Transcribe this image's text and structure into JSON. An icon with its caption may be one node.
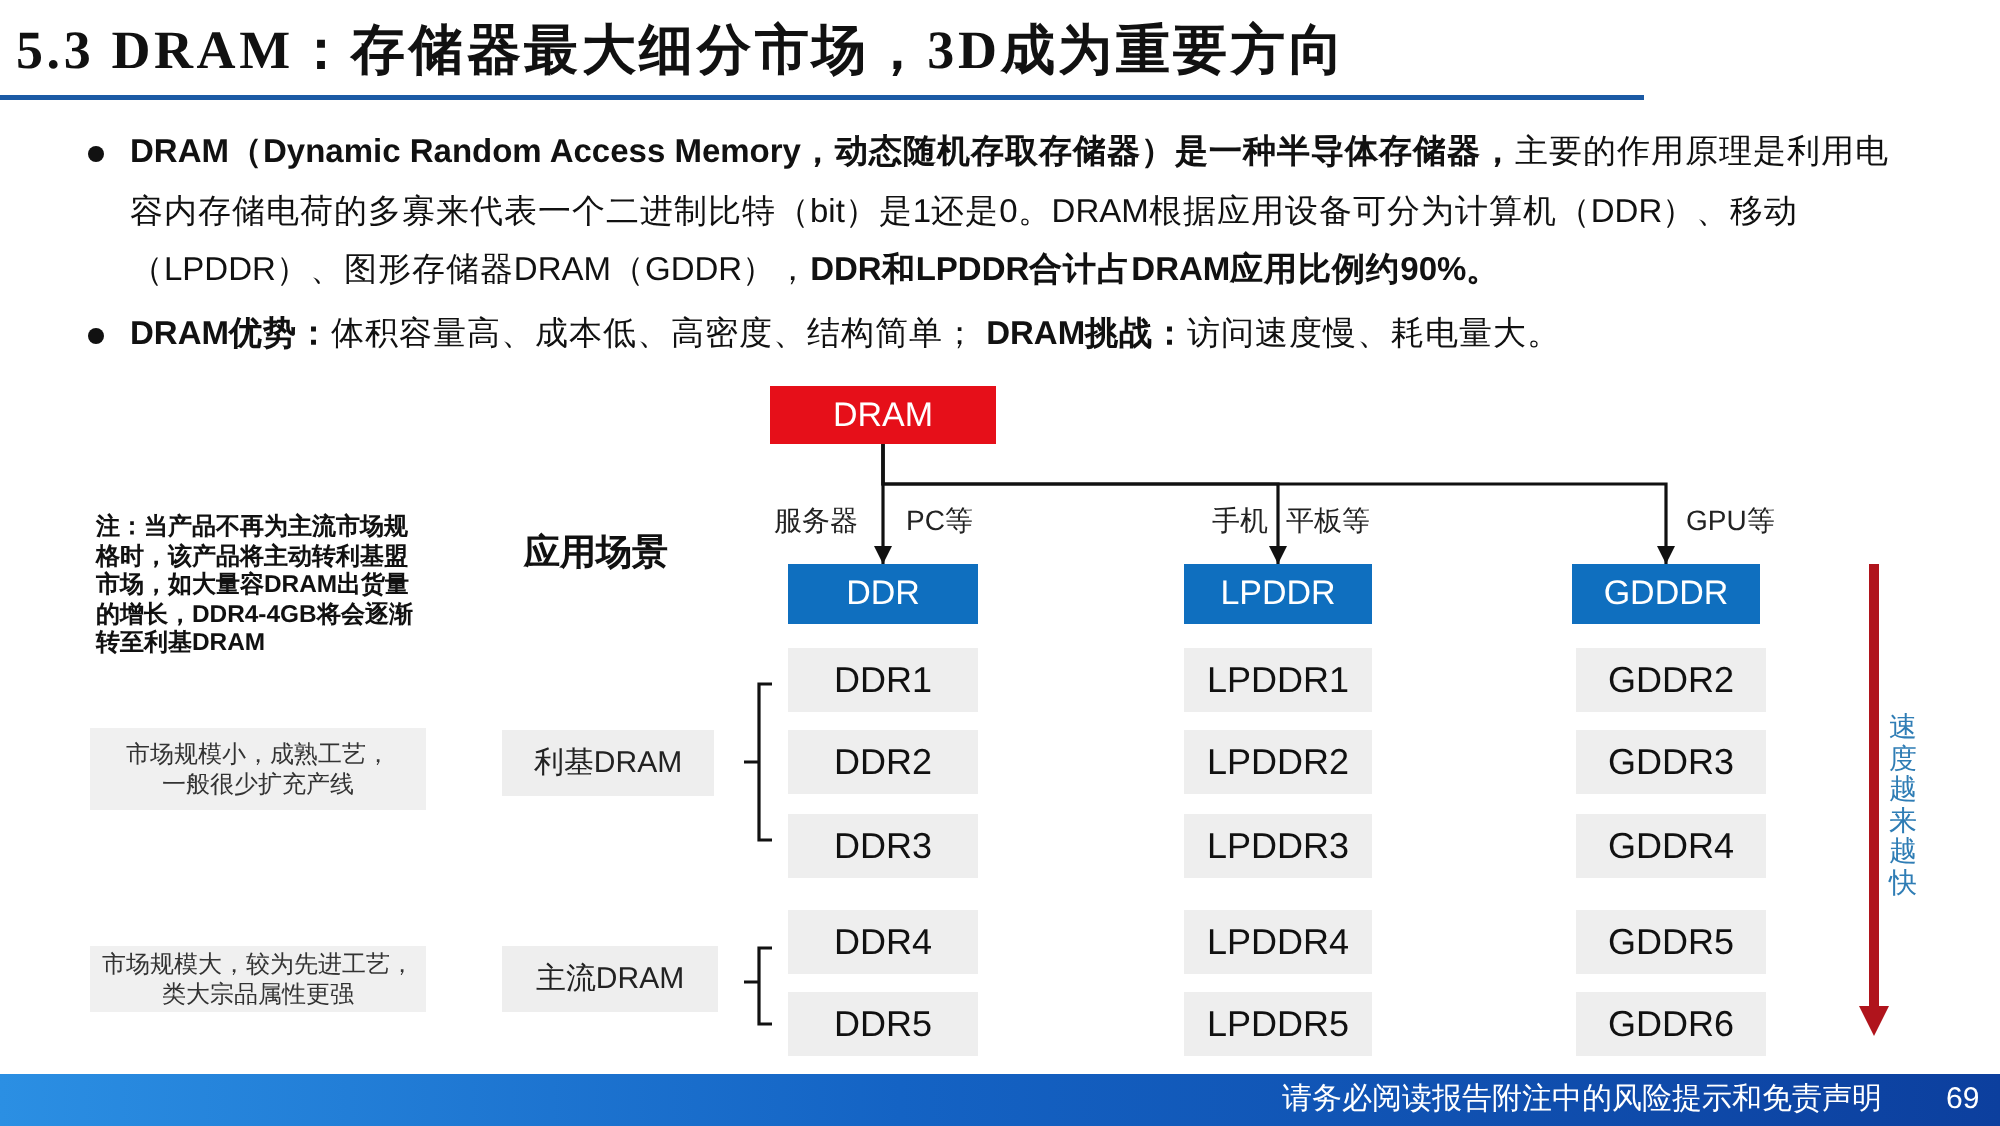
{
  "diagram": {
    "title": "5.3 DRAM：存储器最大细分市场，3D成为重要方向",
    "nodes": [
      {
        "text": [
          "DRAM"
        ]
      },
      {
        "text": [
          "DDR"
        ]
      },
      {
        "text": [
          "LPDDR"
        ]
      },
      {
        "text": [
          "GDDDR"
        ]
      },
      {
        "text": [
          "DDR1"
        ]
      },
      {
        "text": [
          "DDR2"
        ]
      },
      {
        "text": [
          "DDR3"
        ]
      },
      {
        "text": [
          "DDR4"
        ]
      },
      {
        "text": [
          "DDR5"
        ]
      },
      {
        "text": [
          "LPDDR1"
        ]
      },
      {
        "text": [
          "LPDDR2"
        ]
      },
      {
        "text": [
          "LPDDR3"
        ]
      },
      {
        "text": [
          "LPDDR4"
        ]
      },
      {
        "text": [
          "LPDDR5"
        ]
      },
      {
        "text": [
          "GDDR2"
        ]
      },
      {
        "text": [
          "GDDR3"
        ]
      },
      {
        "text": [
          "GDDR4"
        ]
      },
      {
        "text": [
          "GDDR5"
        ]
      },
      {
        "text": [
          "GDDR6"
        ]
      },
      {
        "text": [
          "市场规模小，成熟工艺，一般很少扩充产线"
        ]
      },
      {
        "text": [
          "利基DRAM"
        ]
      },
      {
        "text": [
          "市场规模大，较为先进工艺，类大宗品属性更强"
        ]
      },
      {
        "text": [
          "主流DRAM"
        ]
      }
    ],
    "edges": [
      {
        "from": 0,
        "to": 1,
        "arrow": "to"
      },
      {
        "from": 0,
        "to": 2,
        "arrow": "to"
      },
      {
        "from": 0,
        "to": 3,
        "arrow": "to"
      }
    ],
    "labels": [
      "**DRAM（Dynamic Random Access Memory，动态随机存取存储器）是一种半导体存储器，**主要的作用原理是利用电容内存储电荷的多寡来代表一个二进制比特（bit）是1还是0。DRAM根据应用设备可分为计算机（DDR）、移动（LPDDR）、图形存储器DRAM（GDDR），**DDR和LPDDR合计占DRAM应用比例约90%。**",
      "**DRAM优势：**体积容量高、成本低、高密度、结构简单； **DRAM挑战：**访问速度慢、耗电量大。",
      "注：当产品不再为主流市场规格时，该产品将主动转利基盟市场，如大量容DRAM出货量的增长，DDR4-4GB将会逐渐转至利基DRAM",
      "应用场景",
      "服务器",
      "PC等",
      "手机",
      "平板等",
      "GPU等",
      "速度越来越快",
      "请务必阅读报告附注中的风险提示和免责声明",
      "69"
    ]
  }
}
